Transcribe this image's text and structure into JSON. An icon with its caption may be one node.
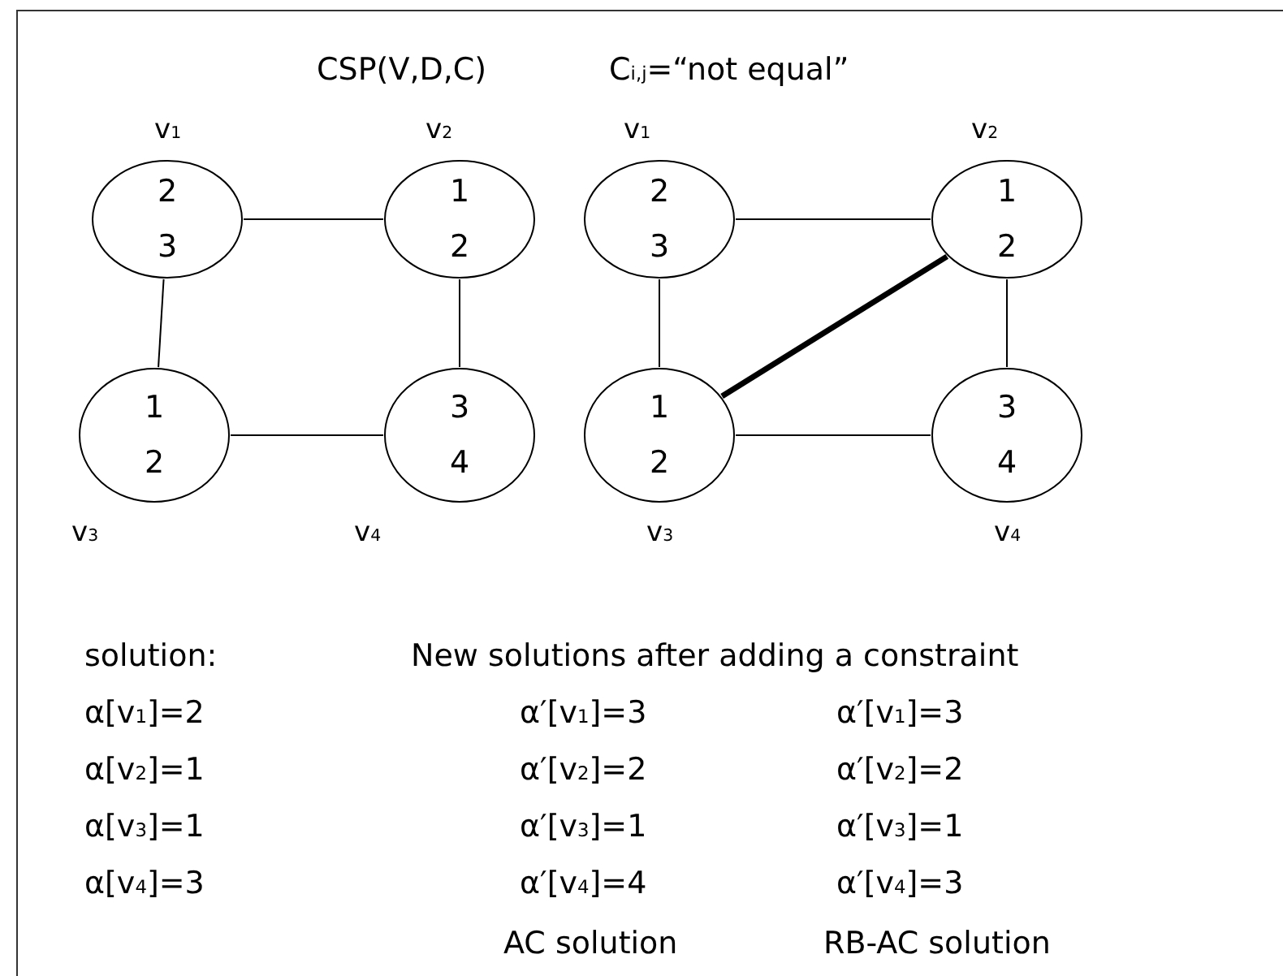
{
  "diagram": {
    "nodes": [
      {
        "text": [
          "2",
          "3"
        ],
        "beside": [
          "v$_{1}$"
        ]
      },
      {
        "text": [
          "1",
          "2"
        ],
        "beside": [
          "v$_{2}$"
        ]
      },
      {
        "text": [
          "1",
          "2"
        ],
        "beside": [
          "v$_{3}$"
        ]
      },
      {
        "text": [
          "3",
          "4"
        ],
        "beside": [
          "v$_{4}$"
        ]
      },
      {
        "text": [
          "2",
          "3"
        ],
        "beside": [
          "v$_{1}$"
        ]
      },
      {
        "text": [
          "1",
          "2"
        ],
        "beside": [
          "v$_{2}$"
        ]
      },
      {
        "text": [
          "1",
          "2"
        ],
        "beside": [
          "v$_{3}$"
        ]
      },
      {
        "text": [
          "3",
          "4"
        ],
        "beside": [
          "v$_{4}$"
        ]
      }
    ],
    "edges": [
      {
        "from": 0,
        "to": 1,
        "arrow": "none"
      },
      {
        "from": 0,
        "to": 2,
        "arrow": "none"
      },
      {
        "from": 1,
        "to": 3,
        "arrow": "none"
      },
      {
        "from": 2,
        "to": 3,
        "arrow": "none"
      },
      {
        "from": 4,
        "to": 5,
        "arrow": "none"
      },
      {
        "from": 4,
        "to": 6,
        "arrow": "none"
      },
      {
        "from": 5,
        "to": 7,
        "arrow": "none"
      },
      {
        "from": 6,
        "to": 7,
        "arrow": "none"
      },
      {
        "from": 6,
        "to": 5,
        "arrow": "none",
        "style": "thick"
      }
    ],
    "labels": [
      "CSP(V,D,C)",
      "C$_{i,j}$=“not equal”",
      "solution:",
      "New solutions after adding a constraint",
      "α[v$_{1}$]=2",
      "α′[v$_{1}$]=3",
      "α′[v$_{1}$]=3",
      "α[v$_{2}$]=1",
      "α′[v$_{2}$]=2",
      "α′[v$_{2}$]=2",
      "α[v$_{3}$]=1",
      "α′[v$_{3}$]=1",
      "α′[v$_{3}$]=1",
      "α[v$_{4}$]=3",
      "α′[v$_{4}$]=4",
      "α′[v$_{4}$]=3",
      "AC solution",
      "RB-AC solution"
    ]
  }
}
